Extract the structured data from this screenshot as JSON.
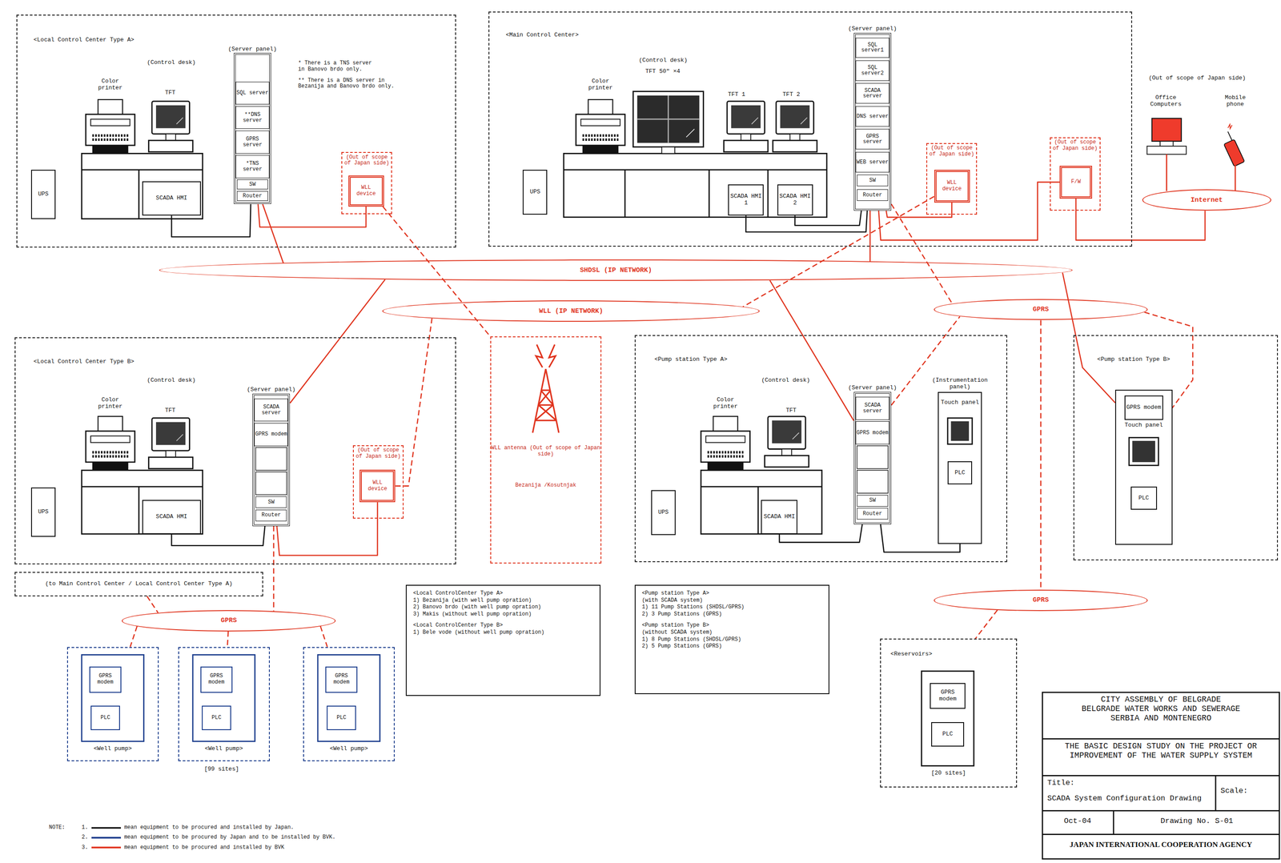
{
  "diagram": {
    "nodes": [
      {
        "text": [
          "<Local Control Center Type A>"
        ]
      },
      {
        "text": [
          "UPS"
        ],
        "in": 0
      },
      {
        "text": [
          "SCADA HMI"
        ],
        "in": 0
      },
      {
        "text": [
          "(Server panel)"
        ],
        "in": 0
      },
      {
        "text": [
          "SQL server"
        ],
        "in": 3
      },
      {
        "text": [
          "**DNS server"
        ],
        "in": 3
      },
      {
        "text": [
          "GPRS server"
        ],
        "in": 3
      },
      {
        "text": [
          "*TNS server"
        ],
        "in": 3
      },
      {
        "text": [
          "SW"
        ],
        "in": 3
      },
      {
        "text": [
          "Router"
        ],
        "in": 3
      },
      {
        "text": [
          "(Out of scope of Japan side)"
        ],
        "in": 0
      },
      {
        "text": [
          "WLL device"
        ],
        "in": 10
      },
      {
        "text": [
          "<Main Control Center>"
        ]
      },
      {
        "text": [
          "UPS"
        ],
        "in": 12
      },
      {
        "text": [
          "SCADA HMI 1"
        ],
        "in": 12
      },
      {
        "text": [
          "SCADA HMI 2"
        ],
        "in": 12
      },
      {
        "text": [
          "(Server panel)"
        ],
        "in": 12
      },
      {
        "text": [
          "SQL server1"
        ],
        "in": 16
      },
      {
        "text": [
          "SQL server2"
        ],
        "in": 16
      },
      {
        "text": [
          "SCADA server"
        ],
        "in": 16
      },
      {
        "text": [
          "DNS server"
        ],
        "in": 16
      },
      {
        "text": [
          "GPRS server"
        ],
        "in": 16
      },
      {
        "text": [
          "WEB server"
        ],
        "in": 16
      },
      {
        "text": [
          "SW"
        ],
        "in": 16
      },
      {
        "text": [
          "Router"
        ],
        "in": 16
      },
      {
        "text": [
          "(Out of scope of Japan side)"
        ],
        "in": 12
      },
      {
        "text": [
          "WLL device"
        ],
        "in": 25
      },
      {
        "text": [
          "(Out of scope of Japan side)"
        ],
        "in": 12
      },
      {
        "text": [
          "F/W"
        ],
        "in": 27
      },
      {
        "text": [
          "Internet"
        ]
      },
      {
        "text": [
          "SHDSL (IP NETWORK)"
        ]
      },
      {
        "text": [
          "WLL (IP NETWORK)"
        ]
      },
      {
        "text": [
          "GPRS"
        ]
      },
      {
        "text": [
          "GPRS"
        ]
      },
      {
        "text": [
          "GPRS"
        ]
      },
      {
        "text": [
          "<Local Control Center Type B>"
        ]
      },
      {
        "text": [
          "UPS"
        ],
        "in": 35
      },
      {
        "text": [
          "SCADA HMI"
        ],
        "in": 35
      },
      {
        "text": [
          "(Server panel)"
        ],
        "in": 35
      },
      {
        "text": [
          "SCADA server"
        ],
        "in": 38
      },
      {
        "text": [
          "GPRS modem"
        ],
        "in": 38
      },
      {
        "text": [
          "SW"
        ],
        "in": 38
      },
      {
        "text": [
          "Router"
        ],
        "in": 38
      },
      {
        "text": [
          "(Out of scope of Japan side)"
        ],
        "in": 35
      },
      {
        "text": [
          "WLL device"
        ],
        "in": 43
      },
      {
        "text": [
          "(to Main Control Center / Local Control Center Type A)"
        ]
      },
      {
        "text": [
          "WLL antenna (Out of scope of Japan side)",
          "Bezanija /Kosutnjak"
        ]
      },
      {
        "text": [
          "<Pump station Type A>"
        ]
      },
      {
        "text": [
          "UPS"
        ],
        "in": 47
      },
      {
        "text": [
          "SCADA HMI"
        ],
        "in": 47
      },
      {
        "text": [
          "(Server panel)"
        ],
        "in": 47
      },
      {
        "text": [
          "SCADA server"
        ],
        "in": 50
      },
      {
        "text": [
          "GPRS modem"
        ],
        "in": 50
      },
      {
        "text": [
          "SW"
        ],
        "in": 50
      },
      {
        "text": [
          "Router"
        ],
        "in": 50
      },
      {
        "text": [
          "(Instrumentation panel)",
          "Touch panel"
        ],
        "in": 47
      },
      {
        "text": [
          "PLC"
        ],
        "in": 55
      },
      {
        "text": [
          "<Pump station Type B>"
        ]
      },
      {
        "text": [
          "Touch panel"
        ],
        "in": 57
      },
      {
        "text": [
          "GPRS modem"
        ],
        "in": 58
      },
      {
        "text": [
          "PLC"
        ],
        "in": 58
      },
      {
        "text": [
          "<Local ControlCenter Type A>",
          "1) Bezanija (with well pump opration)",
          "2) Banovo brdo (with well pump opration)",
          "3) Makis (without well pump opration)",
          "<Local ControlCenter Type B>",
          "1) Bele vode (without well pump opration)"
        ]
      },
      {
        "text": [
          "<Pump station Type A>",
          "(with SCADA system)",
          "1) 11 Pump Stations (SHDSL/GPRS)",
          "2) 3 Pump Stations (GPRS)",
          "<Pump station Type B>",
          "(without SCADA system)",
          "1) 8 Pump Stations (SHDSL/GPRS)",
          "2) 5 Pump Stations (GPRS)"
        ]
      },
      {
        "text": [
          "<Well pump>"
        ]
      },
      {
        "text": [
          "GPRS modem"
        ],
        "in": 63
      },
      {
        "text": [
          "PLC"
        ],
        "in": 63
      },
      {
        "text": [
          "<Well pump>"
        ]
      },
      {
        "text": [
          "GPRS modem"
        ],
        "in": 66
      },
      {
        "text": [
          "PLC"
        ],
        "in": 66
      },
      {
        "text": [
          "<Well pump>"
        ]
      },
      {
        "text": [
          "GPRS modem"
        ],
        "in": 69
      },
      {
        "text": [
          "PLC"
        ],
        "in": 69
      },
      {
        "text": [
          "<Reservoirs>",
          "[20 sites]"
        ]
      },
      {
        "text": [
          "GPRS modem"
        ],
        "in": 72
      },
      {
        "text": [
          "PLC"
        ],
        "in": 72
      }
    ],
    "edges": [
      {
        "from": 2,
        "to": 3,
        "arrow": "none"
      },
      {
        "from": 3,
        "to": 11,
        "arrow": "none"
      },
      {
        "from": 3,
        "to": 30,
        "arrow": "none"
      },
      {
        "from": 11,
        "to": 46,
        "arrow": "none"
      },
      {
        "from": 14,
        "to": 16,
        "arrow": "none"
      },
      {
        "from": 15,
        "to": 16,
        "arrow": "none"
      },
      {
        "from": 16,
        "to": 26,
        "arrow": "none"
      },
      {
        "from": 16,
        "to": 28,
        "arrow": "none"
      },
      {
        "from": 28,
        "to": 29,
        "arrow": "none"
      },
      {
        "from": 16,
        "to": 30,
        "arrow": "none"
      },
      {
        "from": 16,
        "to": 32,
        "arrow": "none"
      },
      {
        "from": 26,
        "to": 31,
        "arrow": "none"
      },
      {
        "from": 44,
        "to": 31,
        "arrow": "none"
      },
      {
        "from": 30,
        "to": 38,
        "arrow": "none"
      },
      {
        "from": 37,
        "to": 38,
        "arrow": "none"
      },
      {
        "from": 38,
        "to": 44,
        "arrow": "none"
      },
      {
        "from": 38,
        "to": 34,
        "arrow": "none"
      },
      {
        "from": 45,
        "to": 34,
        "arrow": "none"
      },
      {
        "from": 34,
        "to": 63,
        "arrow": "none"
      },
      {
        "from": 34,
        "to": 66,
        "arrow": "none"
      },
      {
        "from": 34,
        "to": 69,
        "arrow": "none"
      },
      {
        "from": 30,
        "to": 50,
        "arrow": "none"
      },
      {
        "from": 50,
        "to": 32,
        "arrow": "none"
      },
      {
        "from": 49,
        "to": 50,
        "arrow": "none"
      },
      {
        "from": 50,
        "to": 55,
        "arrow": "none"
      },
      {
        "from": 30,
        "to": 58,
        "arrow": "none"
      },
      {
        "from": 32,
        "to": 58,
        "arrow": "none"
      },
      {
        "from": 32,
        "to": 33,
        "arrow": "none"
      },
      {
        "from": 33,
        "to": 72,
        "arrow": "none"
      }
    ],
    "labels": [
      "(Control desk)",
      "Color printer",
      "TFT",
      "* There is a TNS server in Banovo brdo only.",
      "** There is a DNS server in Bezanija and Banovo brdo only.",
      "Color printer",
      "(Control desk)",
      "TFT 50\" ×4",
      "TFT 1",
      "TFT 2",
      "(Out of scope of Japan side)",
      "Office Computers",
      "Mobile phone",
      "(Control desk)",
      "Color printer",
      "TFT",
      "(Control desk)",
      "Color printer",
      "TFT",
      "[99 sites]",
      "NOTE:",
      "1.",
      "2.",
      "3.",
      "CITY ASSEMBLY OF BELGRADE BELGRADE WATER WORKS AND SEWERAGE SERBIA AND MONTENEGRO",
      "THE BASIC DESIGN STUDY ON THE PROJECT OR IMPROVEMENT OF THE WATER SUPPLY SYSTEM",
      "Title:",
      "SCADA System Configuration Drawing",
      "Scale:",
      "Oct-04",
      "Drawing No. S-01",
      "JAPAN INTERNATIONAL COOPERATION AGENCY"
    ],
    "legend": [
      {
        "text": "mean equipment to be procured and installed by Japan."
      },
      {
        "text": "mean equipment to be procured by Japan and to be installed by BVK."
      },
      {
        "text": "mean equipment to be procured and installed by BVK"
      }
    ]
  }
}
